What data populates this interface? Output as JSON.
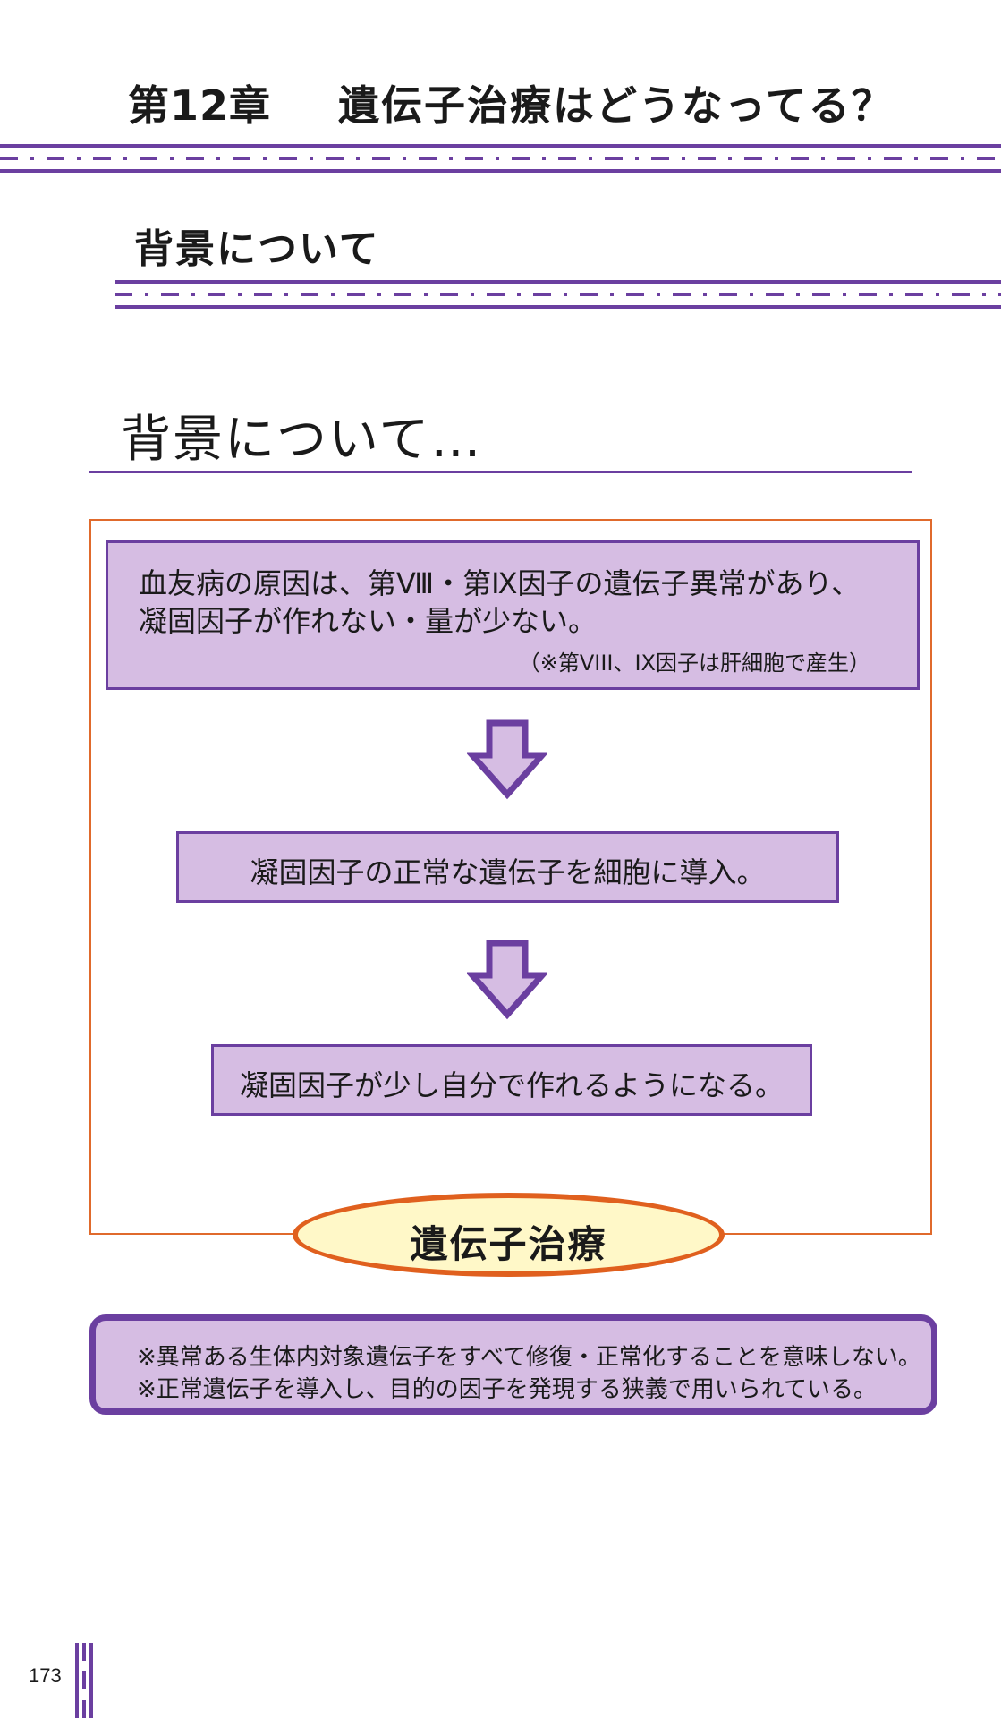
{
  "header": {
    "chapter_number": "第12章",
    "chapter_title": "遺伝子治療はどうなってる？"
  },
  "section": {
    "title": "背景について"
  },
  "slide": {
    "title": "背景について…",
    "flow": {
      "step1": {
        "line1": "血友病の原因は、第Ⅷ・第Ⅸ因子の遺伝子異常があり、",
        "line2": "凝固因子が作れない・量が少ない。",
        "note": "（※第VIII、IX因子は肝細胞で産生）"
      },
      "step2": "凝固因子の正常な遺伝子を細胞に導入。",
      "step3": "凝固因子が少し自分で作れるようになる。"
    },
    "label": "遺伝子治療",
    "notes": [
      "※異常ある生体内対象遺伝子をすべて修復・正常化することを意味しない。",
      "※正常遺伝子を導入し、目的の因子を発現する狭義で用いられている。"
    ]
  },
  "page_number": "173",
  "colors": {
    "accent_purple": "#6b3fa0",
    "box_fill": "#d6bde3",
    "frame_orange": "#e06a2c",
    "label_fill": "#fff8c8"
  },
  "icons": [
    "down-arrow-icon",
    "down-arrow-icon"
  ]
}
